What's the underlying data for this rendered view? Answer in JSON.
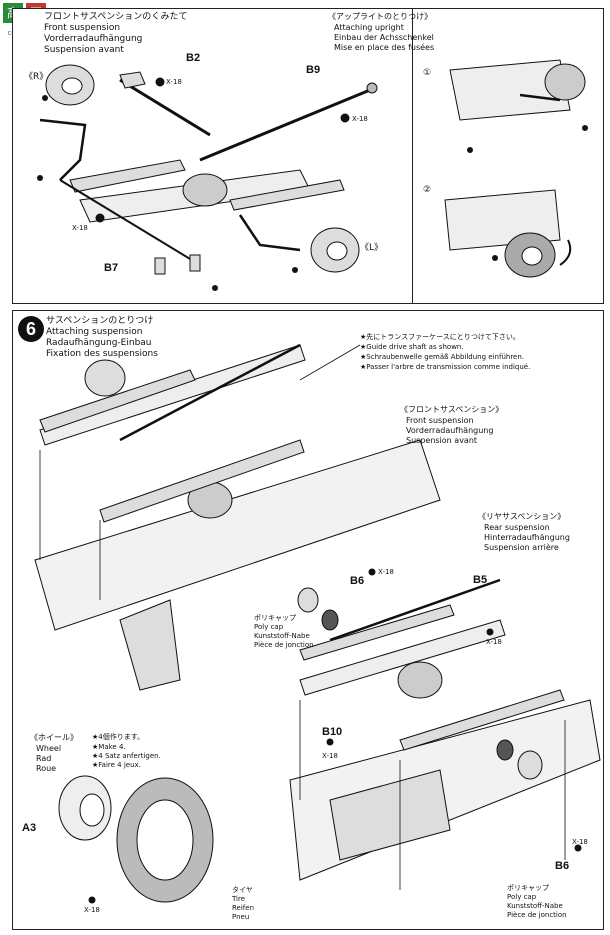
{
  "watermark": {
    "top": "",
    "bottom": ""
  },
  "step5": {
    "left": {
      "jp": "フロントサスペンションのくみたて",
      "en": "Front suspension",
      "de": "Vorderradaufhängung",
      "fr": "Suspension avant",
      "side_r": "《R》",
      "side_l": "《L》",
      "parts": {
        "b2": "B2",
        "b9": "B9",
        "b7": "B7"
      },
      "screws": {
        "s1": "X-18",
        "s2": "X-18",
        "s3": "X-18"
      }
    },
    "right": {
      "jp": "《アップライトのとりつけ》",
      "en": "Attaching upright",
      "de": "Einbau der Achsschenkel",
      "fr": "Mise en place des fusées",
      "sub1": "①",
      "sub2": "②"
    }
  },
  "step6": {
    "number": "6",
    "jp": "サスペンションのとりつけ",
    "en": "Attaching suspension",
    "de": "Radaufhängung-Einbau",
    "fr": "Fixation des suspensions",
    "note": {
      "jp": "★先にトランスファーケースにとりつけて下さい。",
      "en": "★Guide drive shaft as shown.",
      "de": "★Schraubenwelle gemäß Abbildung einführen.",
      "fr": "★Passer l'arbre de transmission comme indiqué."
    },
    "front": {
      "jp": "《フロントサスペンション》",
      "en": "Front suspension",
      "de": "Vorderradaufhängung",
      "fr": "Suspension avant"
    },
    "rear": {
      "jp": "《リヤサスペンション》",
      "en": "Rear suspension",
      "de": "Hinterradaufhängung",
      "fr": "Suspension arrière"
    },
    "polycap1": {
      "jp": "ポリキャップ",
      "en": "Poly cap",
      "de": "Kunststoff-Nabe",
      "fr": "Pièce de jonction"
    },
    "polycap2": {
      "jp": "ポリキャップ",
      "en": "Poly cap",
      "de": "Kunststoff-Nabe",
      "fr": "Pièce de jonction"
    },
    "parts": {
      "b6a": "B6",
      "b5": "B5",
      "b10": "B10",
      "b6b": "B6"
    },
    "screws": {
      "s1": "X-18",
      "s2": "X-18",
      "s3": "X-18",
      "s4": "X-18"
    }
  },
  "wheel": {
    "jp": "《ホイール》",
    "en": "Wheel",
    "de": "Rad",
    "fr": "Roue",
    "make_jp": "★4個作ります。",
    "make_en": "★Make 4.",
    "make_de": "★4 Satz anfertigen.",
    "make_fr": "★Faire 4 jeux.",
    "part": "A3",
    "screw": "X-18",
    "tire_jp": "タイヤ",
    "tire_en": "Tire",
    "tire_de": "Reifen",
    "tire_fr": "Pneu"
  }
}
